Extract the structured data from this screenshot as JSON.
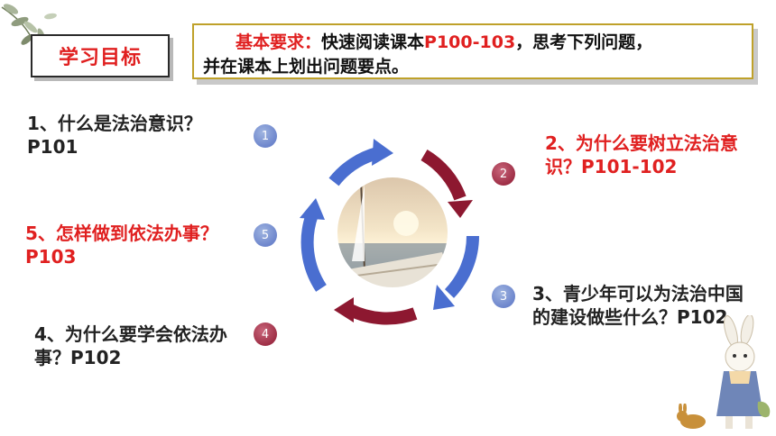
{
  "goal_label": "学习目标",
  "requirement": {
    "prefix": "基本要求：",
    "text1": "快速阅读课本",
    "pages": "P100-103",
    "text2": "，思考下列问题，",
    "line2": "并在课本上划出问题要点。"
  },
  "questions": [
    {
      "number": "1",
      "text": "1、什么是法治意识？P101"
    },
    {
      "number": "2",
      "text": "2、为什么要树立法治意识？P101-102"
    },
    {
      "number": "3",
      "text": "3、青少年可以为法治中国的建设做些什么？P102"
    },
    {
      "number": "4",
      "text": "4、为什么要学会依法办事？P102"
    },
    {
      "number": "5",
      "text": "5、怎样做到依法办事？P103"
    }
  ],
  "colors": {
    "red": "#e02020",
    "arrow_blue": "#4a6ed0",
    "arrow_red": "#8d1830",
    "frame_gold": "#bfa12a"
  }
}
